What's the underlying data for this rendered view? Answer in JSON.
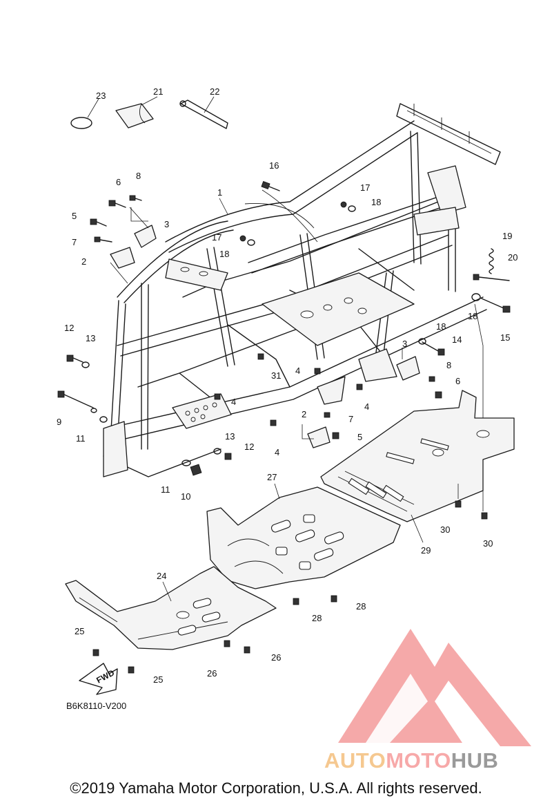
{
  "diagram": {
    "code": "B6K8110-V200",
    "fwd_label": "FWD",
    "callouts": {
      "c1": "1",
      "c2a": "2",
      "c2b": "2",
      "c3a": "3",
      "c3b": "3",
      "c4a": "4",
      "c4b": "4",
      "c4c": "4",
      "c4d": "4",
      "c5a": "5",
      "c5b": "5",
      "c6a": "6",
      "c6b": "6",
      "c7a": "7",
      "c7b": "7",
      "c8a": "8",
      "c8b": "8",
      "c9": "9",
      "c10": "10",
      "c11a": "11",
      "c11b": "11",
      "c12a": "12",
      "c12b": "12",
      "c13a": "13",
      "c13b": "13",
      "c14": "14",
      "c15": "15",
      "c16": "16",
      "c17a": "17",
      "c17b": "17",
      "c18a": "18",
      "c18b": "18",
      "c18c": "18",
      "c18d": "18",
      "c19": "19",
      "c20": "20",
      "c21": "21",
      "c22": "22",
      "c23": "23",
      "c24": "24",
      "c25a": "25",
      "c25b": "25",
      "c26a": "26",
      "c26b": "26",
      "c27": "27",
      "c28a": "28",
      "c28b": "28",
      "c29": "29",
      "c30a": "30",
      "c30b": "30",
      "c31": "31"
    }
  },
  "watermark": {
    "part1": "AUTO",
    "part2": "MOTO",
    "part3": "HUB",
    "colors": {
      "auto": "#f5c890",
      "moto": "#f7a9a9",
      "hub": "#9a9a9a",
      "logo": "#f28c8c"
    }
  },
  "footer": {
    "copyright": "©2019 Yamaha Motor Corporation, U.S.A. All rights reserved."
  }
}
